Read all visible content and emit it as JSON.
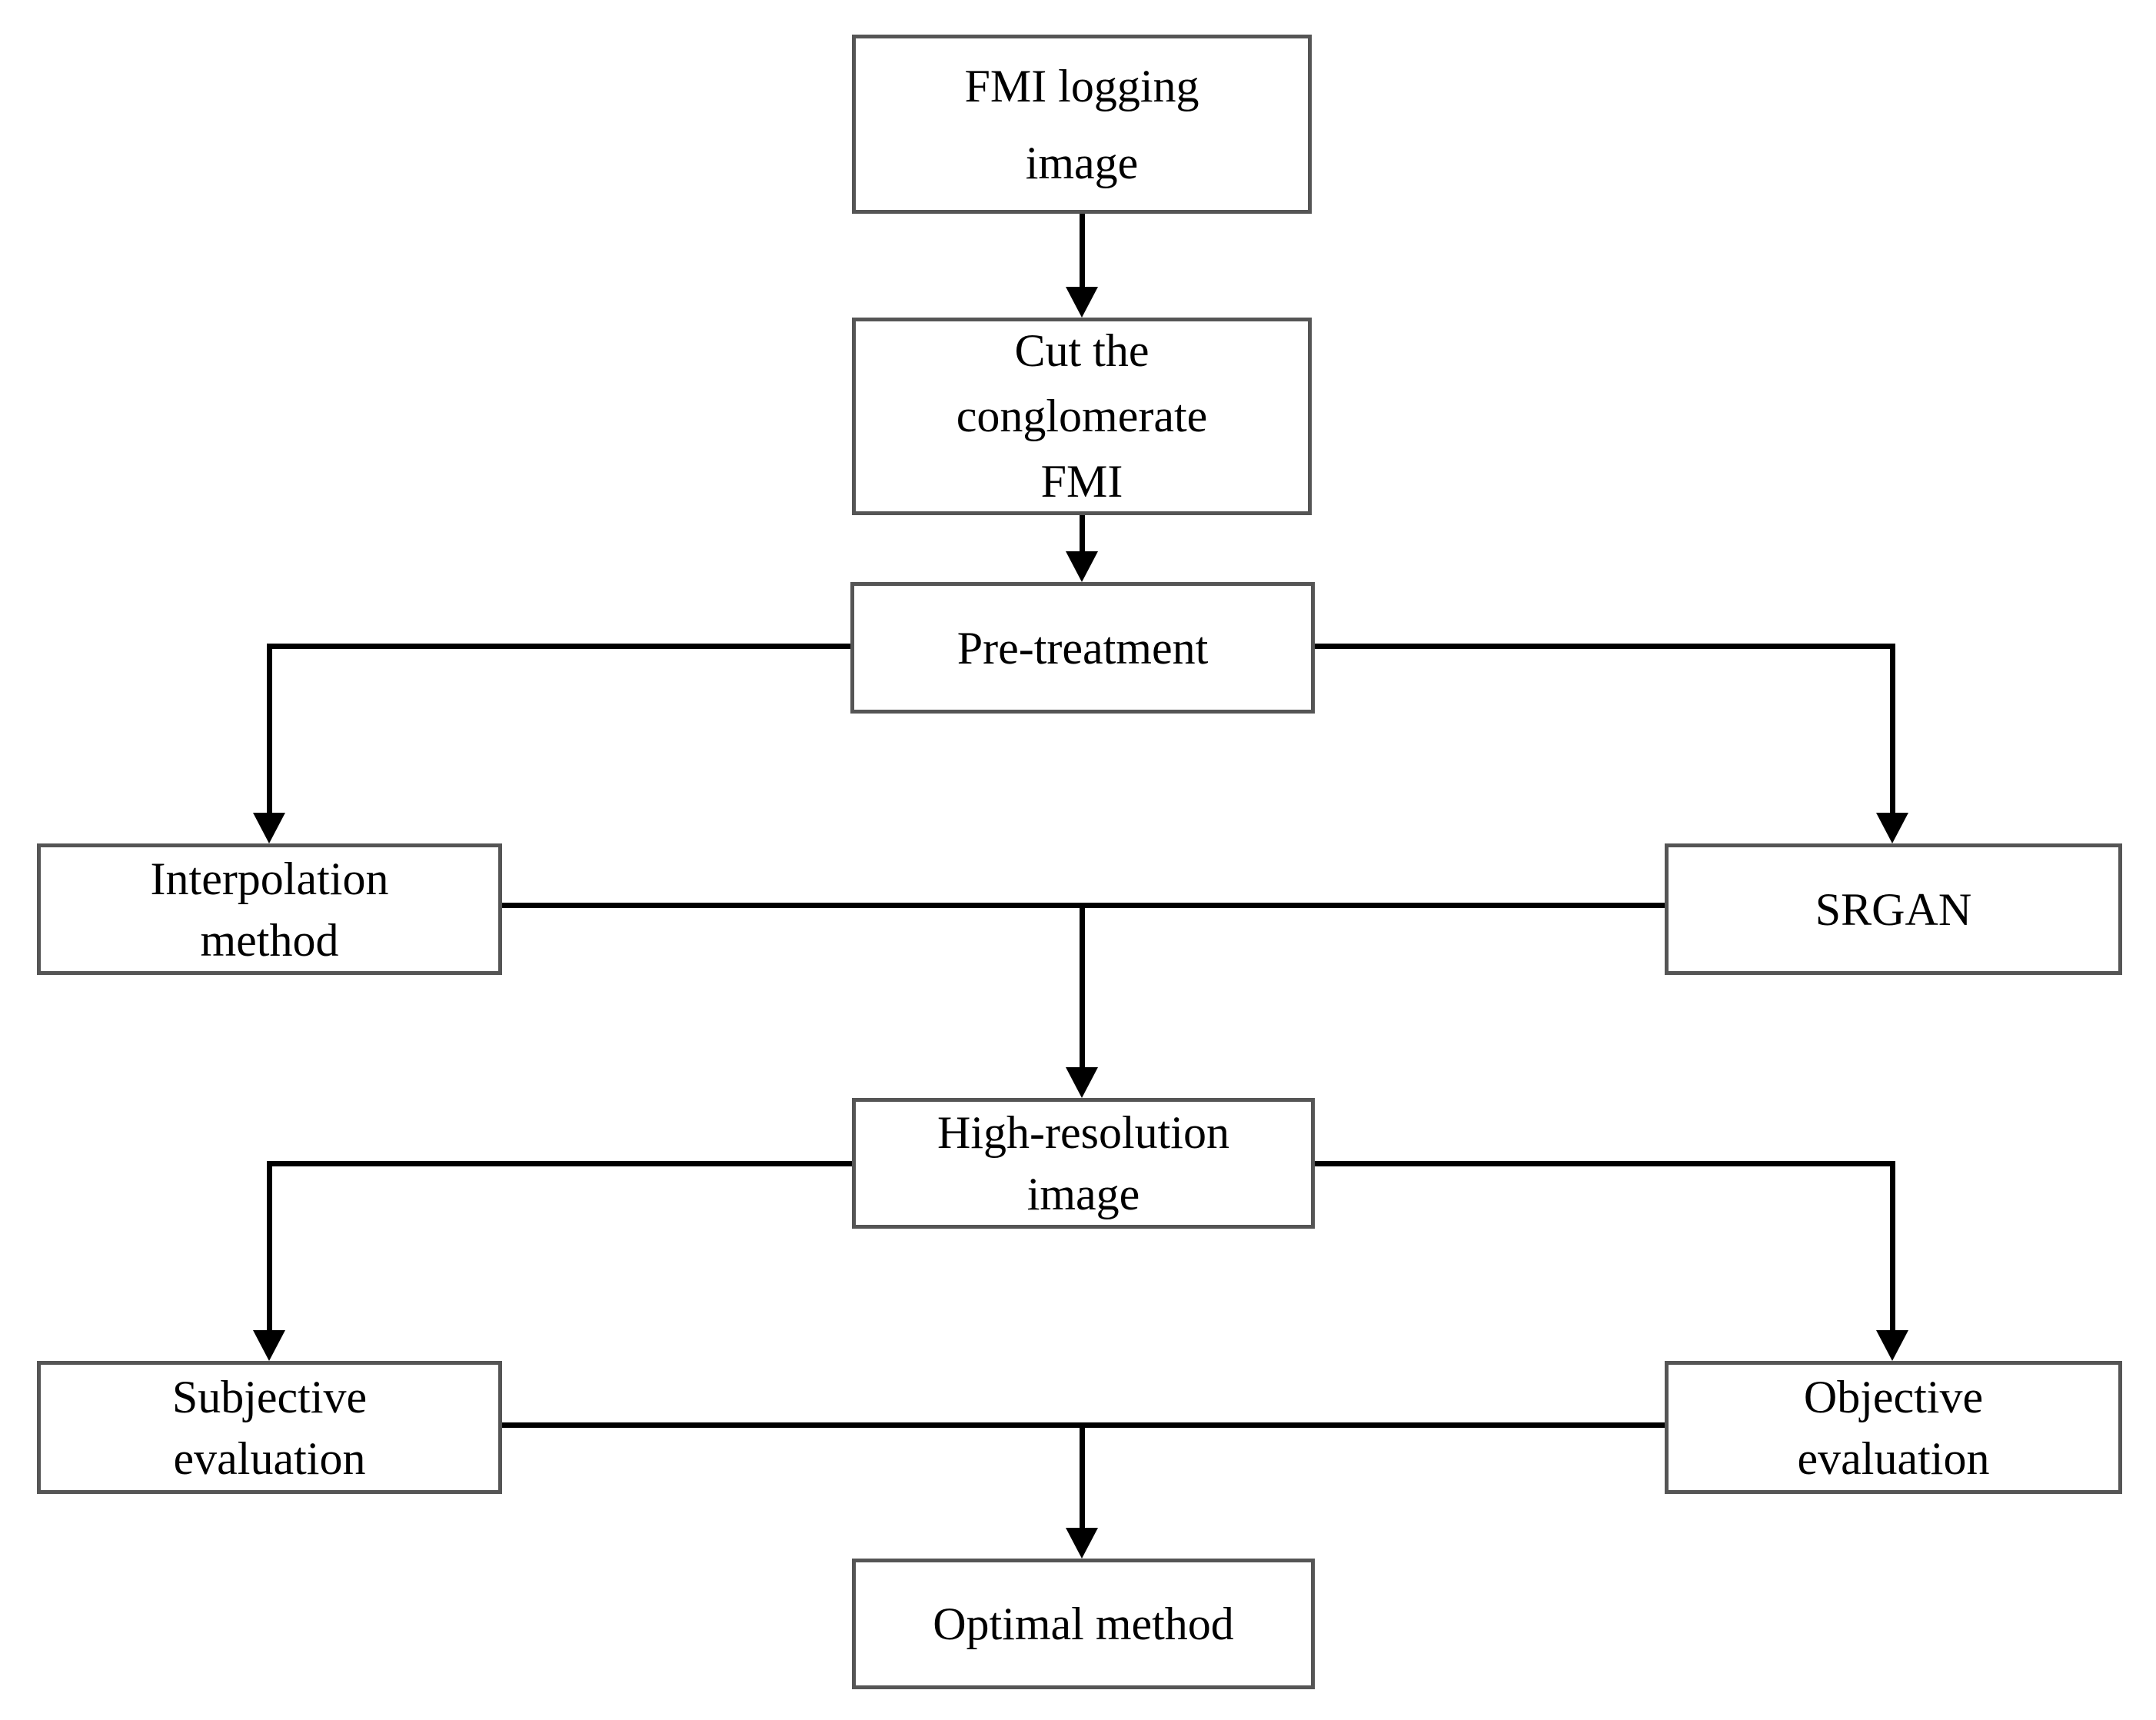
{
  "diagram": {
    "type": "flowchart",
    "colors": {
      "background": "#ffffff",
      "box_border": "#555555",
      "connector": "#000000",
      "text": "#000000"
    },
    "nodes": {
      "fmi_logging": {
        "label": "FMI logging image",
        "lines": [
          "FMI logging",
          "image"
        ]
      },
      "cut_conglomerate": {
        "label": "Cut the conglomerate FMI",
        "lines": [
          "Cut the",
          "conglomerate",
          "FMI"
        ]
      },
      "pretreatment": {
        "label": "Pre-treatment",
        "lines": [
          "Pre-treatment"
        ]
      },
      "interpolation": {
        "label": "Interpolation method",
        "lines": [
          "Interpolation",
          "method"
        ]
      },
      "srgan": {
        "label": "SRGAN",
        "lines": [
          "SRGAN"
        ]
      },
      "high_resolution": {
        "label": "High-resolution image",
        "lines": [
          "High-resolution",
          "image"
        ]
      },
      "subjective": {
        "label": "Subjective evaluation",
        "lines": [
          "Subjective",
          "evaluation"
        ]
      },
      "objective": {
        "label": "Objective evaluation",
        "lines": [
          "Objective",
          "evaluation"
        ]
      },
      "optimal": {
        "label": "Optimal method",
        "lines": [
          "Optimal method"
        ]
      }
    },
    "edges": [
      {
        "from": "FMI logging image",
        "to": "Cut the conglomerate FMI"
      },
      {
        "from": "Cut the conglomerate FMI",
        "to": "Pre-treatment"
      },
      {
        "from": "Pre-treatment",
        "to": "Interpolation method"
      },
      {
        "from": "Pre-treatment",
        "to": "SRGAN"
      },
      {
        "from": "Interpolation method",
        "to": "High-resolution image"
      },
      {
        "from": "SRGAN",
        "to": "High-resolution image"
      },
      {
        "from": "High-resolution image",
        "to": "Subjective evaluation"
      },
      {
        "from": "High-resolution image",
        "to": "Objective evaluation"
      },
      {
        "from": "Subjective evaluation",
        "to": "Optimal method"
      },
      {
        "from": "Objective evaluation",
        "to": "Optimal method"
      }
    ]
  }
}
